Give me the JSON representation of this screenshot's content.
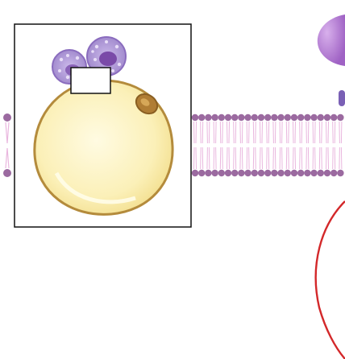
{
  "colors": {
    "background": "#ffffff",
    "membrane_head": "#9b6aa0",
    "membrane_tail": "#e9b6de",
    "cell_body": "#fbf0b8",
    "cell_outline": "#b48b3c",
    "nucleus": "#b07d34",
    "granulocyte": "#a58ccf",
    "granulocyte_nucleus": "#7a4aa8",
    "protein_blob": "#b07ad0",
    "red_curve": "#d3282a",
    "frame": "#111111"
  },
  "icons": [
    "inset-frame",
    "fat-cell-icon",
    "granulocyte-icon",
    "lipid-bilayer",
    "protein-blob",
    "red-curve"
  ]
}
